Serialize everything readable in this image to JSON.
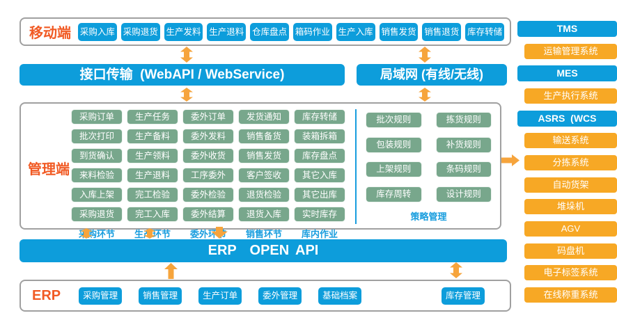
{
  "colors": {
    "primary_blue": "#0d9ddb",
    "node_green": "#78a78c",
    "panel_orange": "#f7a825",
    "arrow_orange": "#f6a43c",
    "label_orange": "#f15a24",
    "label_blue": "#189dde"
  },
  "mobile": {
    "label": "移动端",
    "items": [
      "采购入库",
      "采购退货",
      "生产发料",
      "生产退料",
      "仓库盘点",
      "箱码作业",
      "生产入库",
      "销售发货",
      "销售退货",
      "库存转储"
    ]
  },
  "transport": {
    "api_bar": "接口传输  (WebAPI / WebService)",
    "lan_bar": "局域网 (有线/无线)"
  },
  "management": {
    "label": "管理端",
    "columns": [
      {
        "label": "采购环节",
        "items": [
          "采购订单",
          "批次打印",
          "到货确认",
          "来料检验",
          "入库上架",
          "采购退货"
        ]
      },
      {
        "label": "生产环节",
        "items": [
          "生产任务",
          "生产备料",
          "生产领料",
          "生产退料",
          "完工检验",
          "完工入库"
        ]
      },
      {
        "label": "委外环节",
        "items": [
          "委外订单",
          "委外发料",
          "委外收货",
          "工序委外",
          "委外检验",
          "委外结算"
        ]
      },
      {
        "label": "销售环节",
        "items": [
          "发货通知",
          "销售备货",
          "销售发货",
          "客户签收",
          "退货检验",
          "退货入库"
        ]
      },
      {
        "label": "库内作业",
        "items": [
          "库存转储",
          "装箱拆箱",
          "库存盘点",
          "其它入库",
          "其它出库",
          "实时库存"
        ]
      }
    ],
    "strategy": {
      "label": "策略管理",
      "left": [
        "批次规则",
        "包装规则",
        "上架规则",
        "库存周转"
      ],
      "right": [
        "拣货规则",
        "补货规则",
        "条码规则",
        "设计规则"
      ]
    }
  },
  "erp_api_bar": {
    "label": "ERP  OPEN API"
  },
  "erp": {
    "label": "ERP",
    "items": [
      "采购管理",
      "销售管理",
      "生产订单",
      "委外管理",
      "基础档案"
    ],
    "inventory": "库存管理"
  },
  "right_panel": {
    "items": [
      {
        "label": "TMS",
        "type": "header"
      },
      {
        "label": "运输管理系统",
        "type": "sub"
      },
      {
        "label": "MES",
        "type": "header"
      },
      {
        "label": "生产执行系统",
        "type": "sub"
      },
      {
        "label": "ASRS  (WCS",
        "type": "header"
      },
      {
        "label": "输送系统",
        "type": "sub"
      },
      {
        "label": "分拣系统",
        "type": "sub"
      },
      {
        "label": "自动货架",
        "type": "sub"
      },
      {
        "label": "堆垛机",
        "type": "sub"
      },
      {
        "label": "AGV",
        "type": "sub"
      },
      {
        "label": "码盘机",
        "type": "sub"
      },
      {
        "label": "电子标签系统",
        "type": "sub"
      },
      {
        "label": "在线称重系统",
        "type": "sub"
      }
    ]
  }
}
